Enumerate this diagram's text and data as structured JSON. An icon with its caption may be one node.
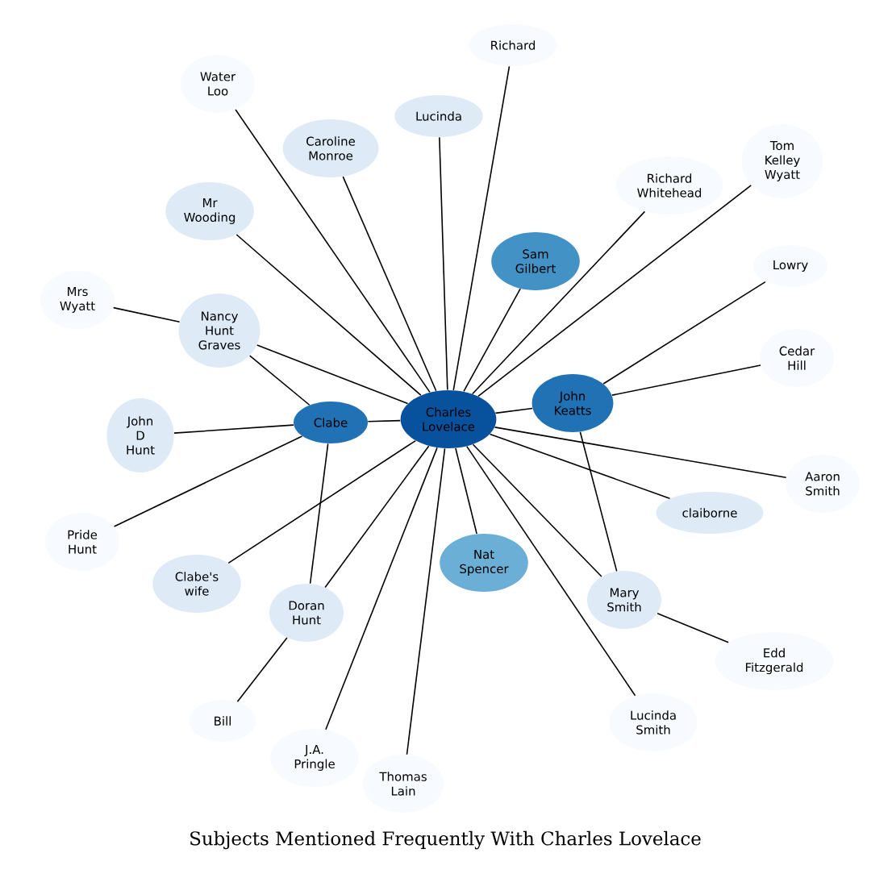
{
  "diagram": {
    "title": "Subjects Mentioned Frequently With Charles Lovelace",
    "nodes": [
      {
        "text": [
          "Charles Lovelace"
        ]
      },
      {
        "text": [
          "Clabe"
        ]
      },
      {
        "text": [
          "John Keatts"
        ]
      },
      {
        "text": [
          "Sam Gilbert"
        ]
      },
      {
        "text": [
          "Nat Spencer"
        ]
      },
      {
        "text": [
          "Richard"
        ]
      },
      {
        "text": [
          "Water Loo"
        ]
      },
      {
        "text": [
          "Caroline Monroe"
        ]
      },
      {
        "text": [
          "Lucinda"
        ]
      },
      {
        "text": [
          "Richard Whitehead"
        ]
      },
      {
        "text": [
          "Tom Kelley Wyatt"
        ]
      },
      {
        "text": [
          "Mr Wooding"
        ]
      },
      {
        "text": [
          "Lowry"
        ]
      },
      {
        "text": [
          "Mrs Wyatt"
        ]
      },
      {
        "text": [
          "Nancy Hunt Graves"
        ]
      },
      {
        "text": [
          "Cedar Hill"
        ]
      },
      {
        "text": [
          "John D Hunt"
        ]
      },
      {
        "text": [
          "claiborne"
        ]
      },
      {
        "text": [
          "Aaron Smith"
        ]
      },
      {
        "text": [
          "Pride Hunt"
        ]
      },
      {
        "text": [
          "Clabe's wife"
        ]
      },
      {
        "text": [
          "Doran Hunt"
        ]
      },
      {
        "text": [
          "Mary Smith"
        ]
      },
      {
        "text": [
          "Edd Fitzgerald"
        ]
      },
      {
        "text": [
          "Bill"
        ]
      },
      {
        "text": [
          "J.A. Pringle"
        ]
      },
      {
        "text": [
          "Thomas Lain"
        ]
      },
      {
        "text": [
          "Lucinda Smith"
        ]
      }
    ],
    "edges": [
      {
        "from": 0,
        "to": 5,
        "arrow": "none"
      },
      {
        "from": 0,
        "to": 6,
        "arrow": "none"
      },
      {
        "from": 0,
        "to": 7,
        "arrow": "none"
      },
      {
        "from": 0,
        "to": 8,
        "arrow": "none"
      },
      {
        "from": 0,
        "to": 9,
        "arrow": "none"
      },
      {
        "from": 0,
        "to": 10,
        "arrow": "none"
      },
      {
        "from": 0,
        "to": 11,
        "arrow": "none"
      },
      {
        "from": 0,
        "to": 3,
        "arrow": "none"
      },
      {
        "from": 0,
        "to": 1,
        "arrow": "none"
      },
      {
        "from": 0,
        "to": 2,
        "arrow": "none"
      },
      {
        "from": 2,
        "to": 12,
        "arrow": "none"
      },
      {
        "from": 13,
        "to": 14,
        "arrow": "none"
      },
      {
        "from": 14,
        "to": 1,
        "arrow": "none"
      },
      {
        "from": 14,
        "to": 0,
        "arrow": "none"
      },
      {
        "from": 2,
        "to": 15,
        "arrow": "none"
      },
      {
        "from": 16,
        "to": 1,
        "arrow": "none"
      },
      {
        "from": 0,
        "to": 17,
        "arrow": "none"
      },
      {
        "from": 0,
        "to": 18,
        "arrow": "none"
      },
      {
        "from": 19,
        "to": 1,
        "arrow": "none"
      },
      {
        "from": 20,
        "to": 0,
        "arrow": "none"
      },
      {
        "from": 21,
        "to": 0,
        "arrow": "none"
      },
      {
        "from": 21,
        "to": 1,
        "arrow": "none"
      },
      {
        "from": 0,
        "to": 22,
        "arrow": "none"
      },
      {
        "from": 2,
        "to": 22,
        "arrow": "none"
      },
      {
        "from": 22,
        "to": 23,
        "arrow": "none"
      },
      {
        "from": 24,
        "to": 21,
        "arrow": "none"
      },
      {
        "from": 0,
        "to": 25,
        "arrow": "none"
      },
      {
        "from": 0,
        "to": 26,
        "arrow": "none"
      },
      {
        "from": 0,
        "to": 4,
        "arrow": "none"
      },
      {
        "from": 0,
        "to": 27,
        "arrow": "none"
      }
    ]
  }
}
